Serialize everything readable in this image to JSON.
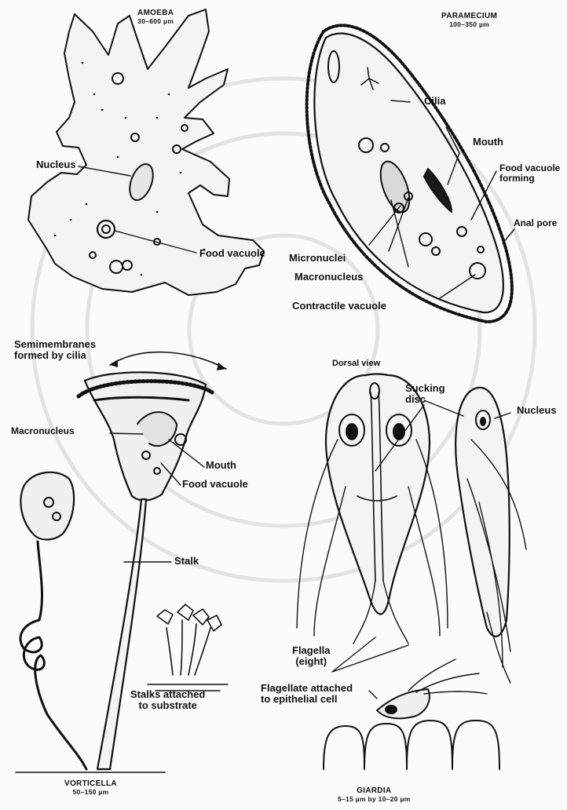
{
  "amoeba": {
    "title": "AMOEBA",
    "size": "30–600 µm",
    "labels": {
      "nucleus": "Nucleus",
      "food_vacuole": "Food vacuole"
    }
  },
  "paramecium": {
    "title": "PARAMECIUM",
    "size": "100–350 µm",
    "labels": {
      "cilia": "Cilia",
      "mouth": "Mouth",
      "food_vacuole_forming": "Food vacuole\nforming",
      "anal_pore": "Anal pore",
      "micronuclei": "Micronuclei",
      "macronucleus": "Macronucleus",
      "contractile_vacuole": "Contractile vacuole"
    }
  },
  "vorticella": {
    "title": "VORTICELLA",
    "size": "50–150 µm",
    "labels": {
      "semimembranes": "Semimembranes\nformed by cilia",
      "macronucleus": "Macronucleus",
      "mouth": "Mouth",
      "food_vacuole": "Food vacuole",
      "stalk": "Stalk",
      "stalks_attached": "Stalks attached\nto substrate"
    }
  },
  "giardia": {
    "title": "GIARDIA",
    "size": "5–15 µm by 10–20 µm",
    "labels": {
      "dorsal_view": "Dorsal view",
      "sucking_disc": "Sucking\ndisc",
      "nucleus": "Nucleus",
      "flagella": "Flagella\n(eight)",
      "flagellate_attached": "Flagellate attached\nto epithelial cell"
    }
  },
  "colors": {
    "ink": "#111111",
    "paper": "#fbfbfa",
    "watermark": "#dcdcdc"
  }
}
